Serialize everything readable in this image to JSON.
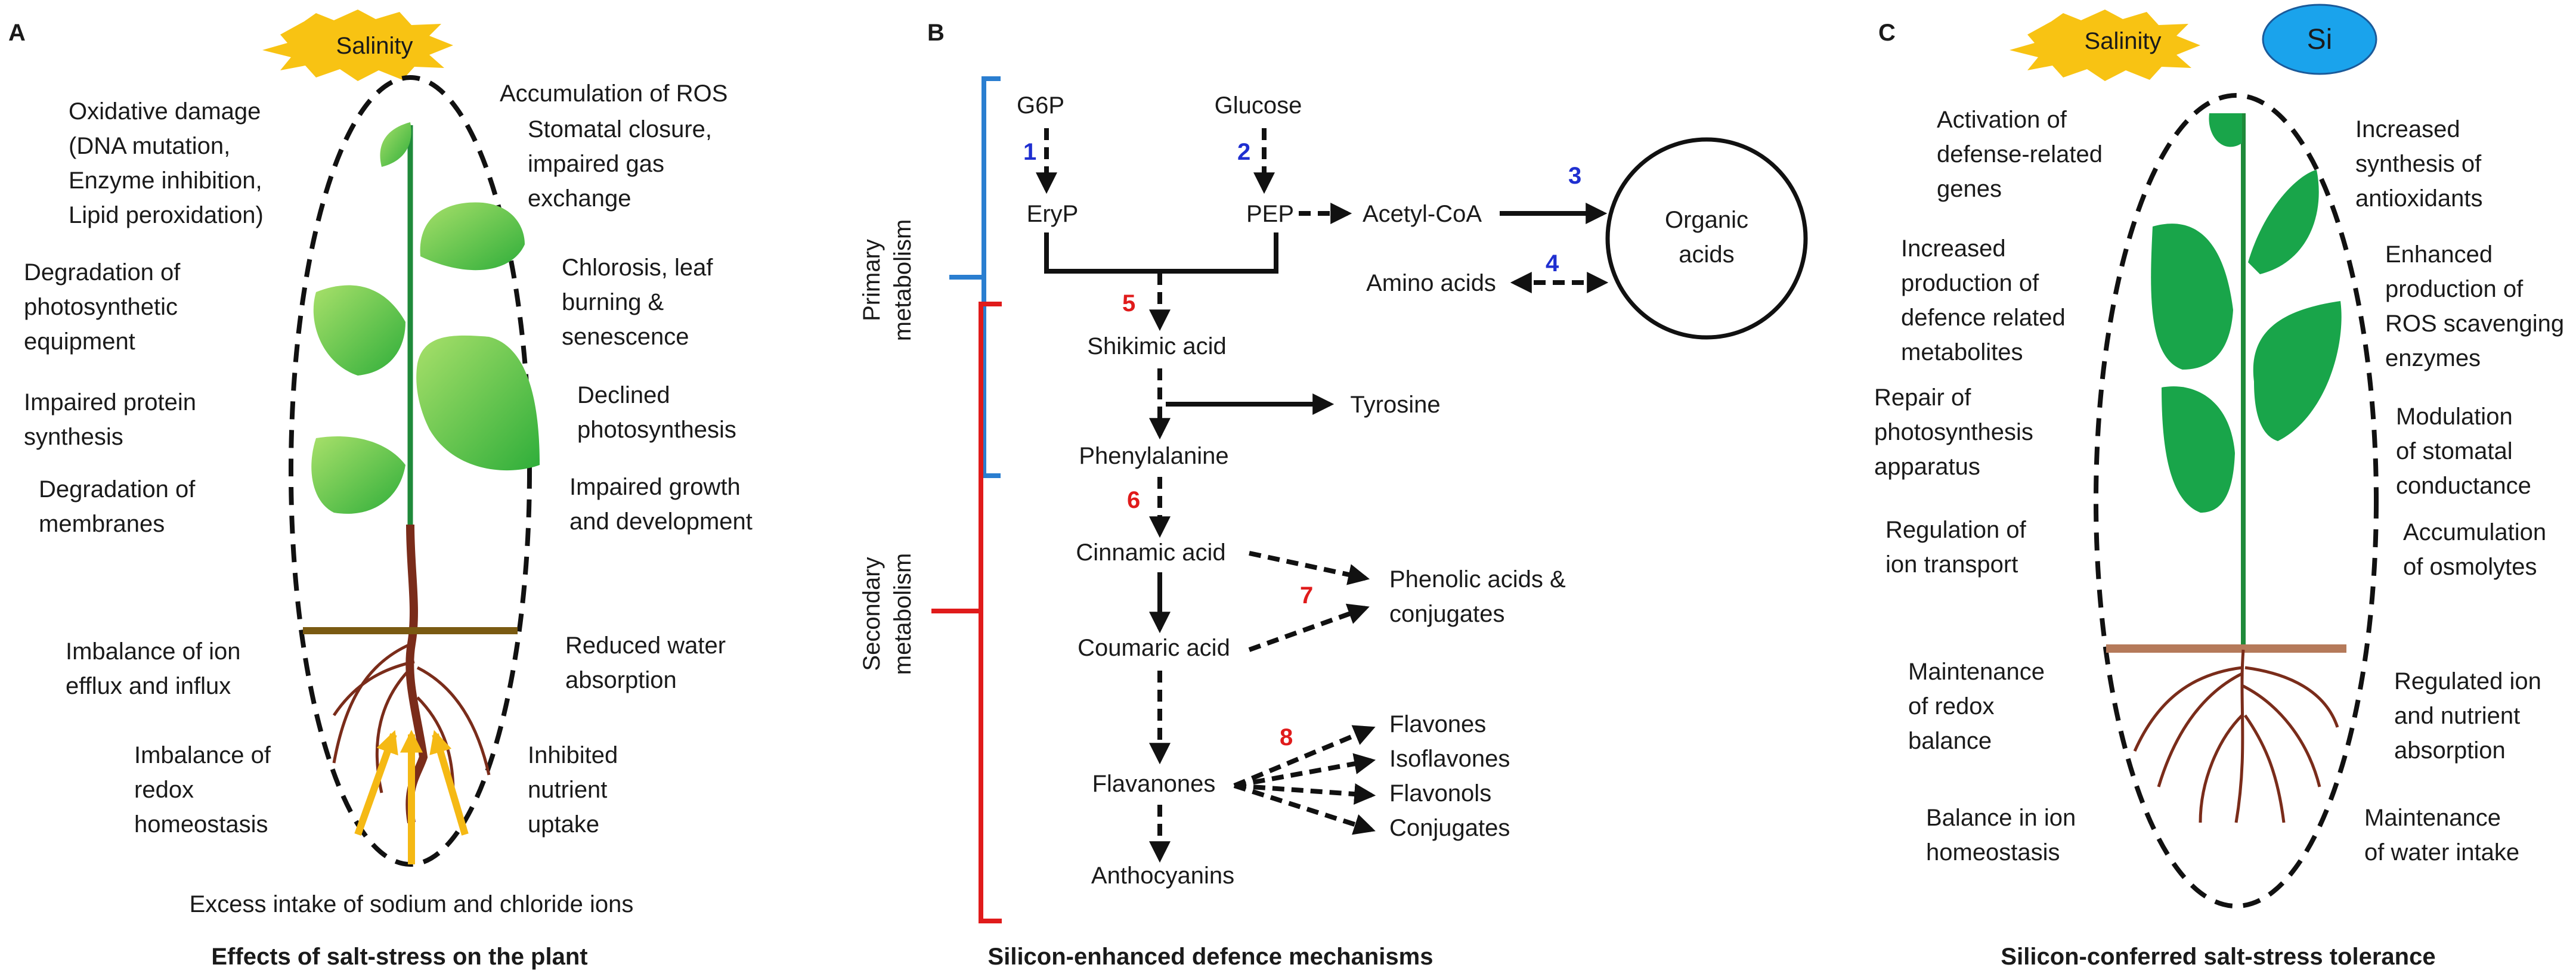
{
  "panels": {
    "A": {
      "letter": "A",
      "stress": "Salinity",
      "left_labels": [
        [
          "Oxidative damage",
          "(DNA mutation,",
          "Enzyme inhibition,",
          "Lipid peroxidation)"
        ],
        [
          "Degradation of",
          "photosynthetic",
          "equipment"
        ],
        [
          "Impaired protein",
          "synthesis"
        ],
        [
          "Degradation of",
          "membranes"
        ],
        [
          "Imbalance of ion",
          "efflux and influx"
        ],
        [
          "Imbalance of",
          "redox",
          "homeostasis"
        ]
      ],
      "right_labels": [
        [
          "Accumulation of ROS"
        ],
        [
          "Stomatal closure,",
          "impaired gas",
          "exchange"
        ],
        [
          "Chlorosis, leaf",
          "burning &",
          "senescence"
        ],
        [
          "Declined",
          "photosynthesis"
        ],
        [
          "Impaired growth",
          "and development"
        ],
        [
          "Reduced water",
          "absorption"
        ],
        [
          "Inhibited",
          "nutrient",
          "uptake"
        ]
      ],
      "bottom_label": "Excess intake of sodium and chloride ions",
      "caption": "Effects of salt-stress on the plant"
    },
    "B": {
      "letter": "B",
      "primary_label": [
        "Primary",
        "metabolism"
      ],
      "secondary_label": [
        "Secondary",
        "metabolism"
      ],
      "nodes": {
        "g6p": "G6P",
        "glucose": "Glucose",
        "eryp": "EryP",
        "pep": "PEP",
        "acetyl": "Acetyl-CoA",
        "organic": [
          "Organic",
          "acids"
        ],
        "amino": "Amino acids",
        "shikimic": "Shikimic acid",
        "tyrosine": "Tyrosine",
        "phenylalanine": "Phenylalanine",
        "cinnamic": "Cinnamic acid",
        "coumaric": "Coumaric acid",
        "phenolic": [
          "Phenolic acids &",
          "conjugates"
        ],
        "flavanones": "Flavanones",
        "flavones": "Flavones",
        "isoflavones": "Isoflavones",
        "flavonols": "Flavonols",
        "conjugates": "Conjugates",
        "anthocyanins": "Anthocyanins"
      },
      "steps": [
        "1",
        "2",
        "3",
        "4",
        "5",
        "6",
        "7",
        "8"
      ],
      "caption": "Silicon-enhanced defence mechanisms"
    },
    "C": {
      "letter": "C",
      "stress": "Salinity",
      "si": "Si",
      "left_labels": [
        [
          "Activation of",
          "defense-related",
          "genes"
        ],
        [
          "Increased",
          "production of",
          "defence related",
          "metabolites"
        ],
        [
          "Repair of",
          "photosynthesis",
          "apparatus"
        ],
        [
          "Regulation of",
          "ion transport"
        ],
        [
          "Maintenance",
          "of redox",
          "balance"
        ],
        [
          "Balance in ion",
          "homeostasis"
        ]
      ],
      "right_labels": [
        [
          "Increased",
          "synthesis of",
          "antioxidants"
        ],
        [
          "Enhanced",
          "production of",
          "ROS scavenging",
          "enzymes"
        ],
        [
          "Modulation",
          "of stomatal",
          "conductance"
        ],
        [
          "Accumulation",
          "of osmolytes"
        ],
        [
          "Regulated ion",
          "and nutrient",
          "absorption"
        ],
        [
          "Maintenance",
          "of water intake"
        ]
      ],
      "caption": "Silicon-conferred salt-stress tolerance"
    }
  },
  "colors": {
    "burst": "#f8c313",
    "si_fill": "#1aa3ec",
    "leaf_light": "#7fd14a",
    "leaf_dark": "#19a54a",
    "stem": "#1f8a3a",
    "root": "#7a2c1a",
    "soil_a": "#7a5a12",
    "soil_c": "#b57a5a",
    "arrow_yellow": "#f5b914",
    "num_blue": "#1f2fd0",
    "num_red": "#e01b1b",
    "bracket_blue": "#2a7ed0",
    "bracket_red": "#e01b1b"
  }
}
